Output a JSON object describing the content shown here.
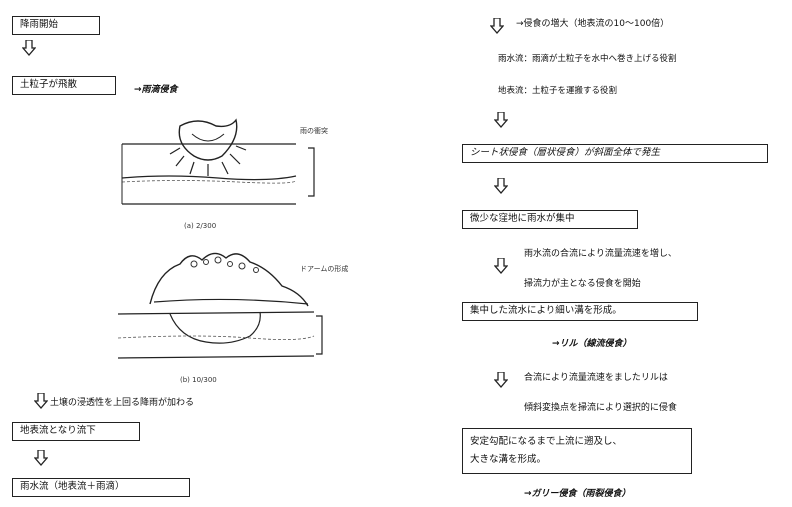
{
  "left": {
    "start": "降雨開始",
    "splash": "土粒子が飛散",
    "splash_note": "→雨滴侵食",
    "fig_a": {
      "label": "雨の衝突",
      "caption": "(a) 2/300"
    },
    "fig_b": {
      "label": "ドアームの形成",
      "caption": "(b) 10/300"
    },
    "infiltration_note": "土壌の浸透性を上回る降雨が加わる",
    "surface_flow": "地表流となり流下",
    "rain_flow": "雨水流（地表流＋雨滴）"
  },
  "right": {
    "erosion_increase": "→侵食の増大（地表流の10～100倍）",
    "rainfall_role": "雨水流：雨滴が土粒子を水中へ巻き上げる役割",
    "surface_role": "地表流：土粒子を運搬する役割",
    "sheet_erosion": "シート状侵食（層状侵食）が斜面全体で発生",
    "concentrate": "微少な窪地に雨水が集中",
    "confluence_1": "雨水流の合流により流量流速を増し、",
    "confluence_2": "掃流力が主となる侵食を開始",
    "rill_box": "集中した流水により細い溝を形成。",
    "rill_note": "→リル（線流侵食）",
    "rill_merge_1": "合流により流量流速をましたリルは",
    "rill_merge_2": "傾斜変換点を掃流により選択的に侵食",
    "gully_box_1": "安定勾配になるまで上流に遡及し、",
    "gully_box_2": "大きな溝を形成。",
    "gully_note": "→ガリー侵食（雨裂侵食）"
  }
}
